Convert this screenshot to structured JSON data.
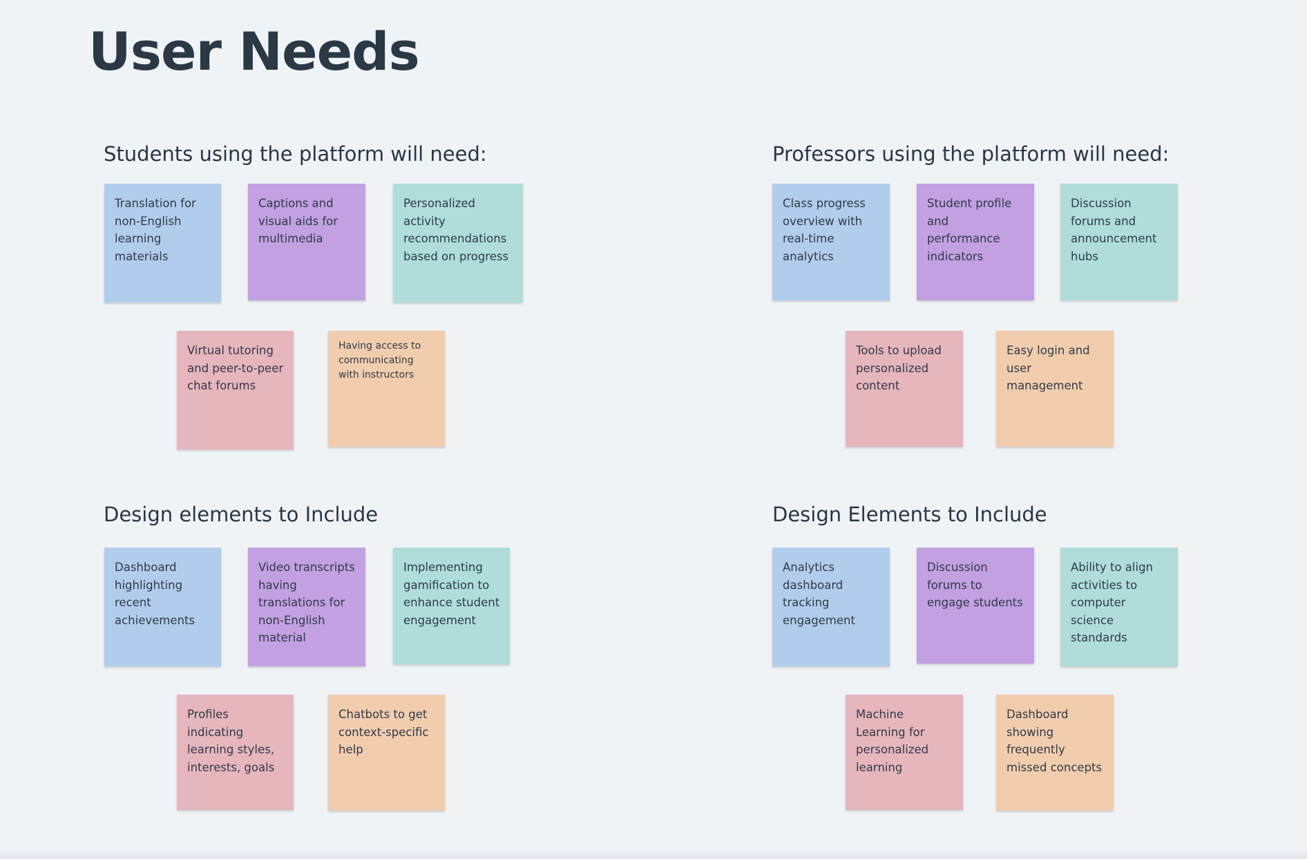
{
  "page": {
    "title": "User Needs"
  },
  "colors": {
    "background": "#f0f3f6",
    "blue": "#b1cdec",
    "purple": "#c2a0e2",
    "teal": "#b0ddd9",
    "pink": "#e6b6bc",
    "peach": "#f1cdae",
    "text": "#2a3645"
  },
  "sections": [
    {
      "heading": "Students using the platform will need:",
      "notes": [
        {
          "text": "Translation for non-English learning materials",
          "color": "blue"
        },
        {
          "text": "Captions and visual aids for multimedia",
          "color": "purple"
        },
        {
          "text": "Personalized activity recommendations based on progress",
          "color": "teal"
        },
        {
          "text": "Virtual tutoring and peer-to-peer chat forums",
          "color": "pink"
        },
        {
          "text": "Having access to communicating with instructors",
          "color": "peach"
        }
      ]
    },
    {
      "heading": "Professors using the platform will need:",
      "notes": [
        {
          "text": "Class progress overview with real-time analytics",
          "color": "blue"
        },
        {
          "text": "Student profile and performance indicators",
          "color": "purple"
        },
        {
          "text": "Discussion forums and announcement hubs",
          "color": "teal"
        },
        {
          "text": "Tools to upload personalized content",
          "color": "pink"
        },
        {
          "text": " Easy login and user management",
          "color": "peach"
        }
      ]
    },
    {
      "heading": "Design elements to Include",
      "notes": [
        {
          "text": "Dashboard highlighting recent achievements",
          "color": "blue"
        },
        {
          "text": "Video transcripts having translations for non-English material",
          "color": "purple"
        },
        {
          "text": "Implementing gamification to enhance student engagement",
          "color": "teal"
        },
        {
          "text": "Profiles indicating learning styles, interests, goals",
          "color": "pink"
        },
        {
          "text": "Chatbots to get context-specific help",
          "color": "peach"
        }
      ]
    },
    {
      "heading": "Design Elements to Include",
      "notes": [
        {
          "text": "Analytics dashboard tracking engagement",
          "color": "blue"
        },
        {
          "text": "Discussion forums to engage students",
          "color": "purple"
        },
        {
          "text": "Ability to align activities to computer science standards",
          "color": "teal"
        },
        {
          "text": "Machine Learning for personalized learning",
          "color": "pink"
        },
        {
          "text": "Dashboard showing frequently missed concepts",
          "color": "peach"
        }
      ]
    }
  ]
}
